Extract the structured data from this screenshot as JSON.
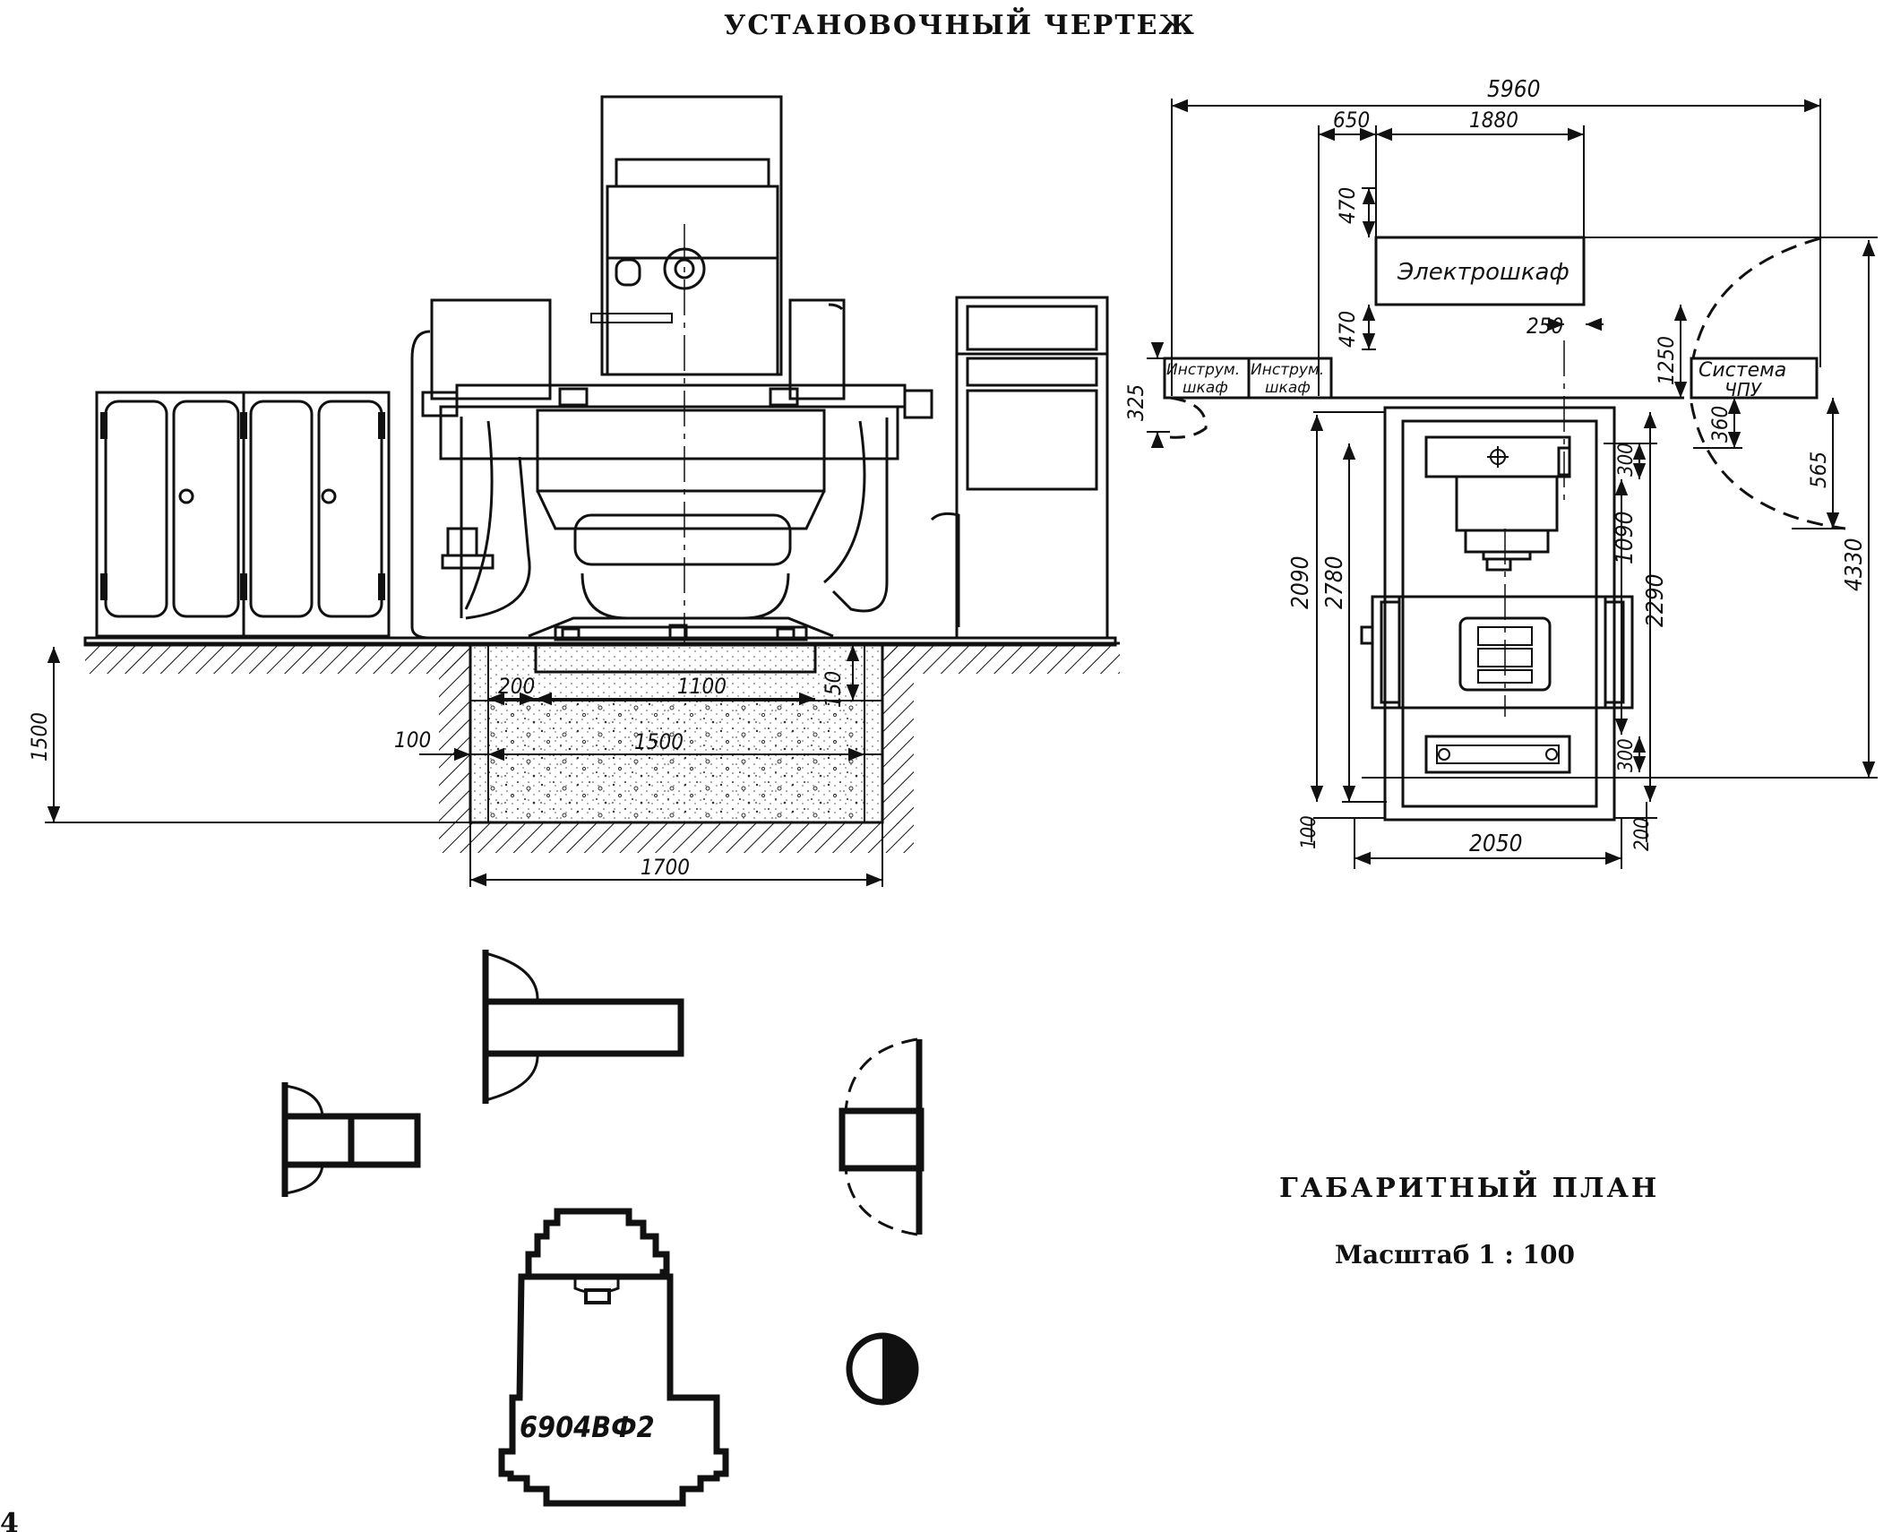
{
  "title": "УСТАНОВОЧНЫЙ ЧЕРТЕЖ",
  "plan_title": "ГАБАРИТНЫЙ ПЛАН",
  "plan_scale": "Масштаб 1 : 100",
  "page_number": "4",
  "model": "6904ВФ2",
  "front_view": {
    "dims": {
      "d200": "200",
      "d1100": "1100",
      "d150": "150",
      "d100": "100",
      "d1500h": "1500",
      "d1500v": "1500",
      "d1700": "1700"
    }
  },
  "top_view": {
    "labels": {
      "elektroshkaf": "Электрошкаф",
      "instr1_a": "Инструм.",
      "instr1_b": "шкаф",
      "instr2_a": "Инструм.",
      "instr2_b": "шкаф",
      "cnc_a": "Система",
      "cnc_b": "ЧПУ"
    },
    "dims": {
      "d5960": "5960",
      "d650": "650",
      "d1880": "1880",
      "d470a": "470",
      "d470b": "470",
      "d250": "250",
      "d1250": "1250",
      "d325": "325",
      "d360": "360",
      "d565": "565",
      "d300a": "300",
      "d1090": "1090",
      "d2290": "2290",
      "d2090": "2090",
      "d2780": "2780",
      "d4330": "4330",
      "d300b": "300",
      "d100": "100",
      "d200": "200",
      "d2050": "2050"
    }
  }
}
